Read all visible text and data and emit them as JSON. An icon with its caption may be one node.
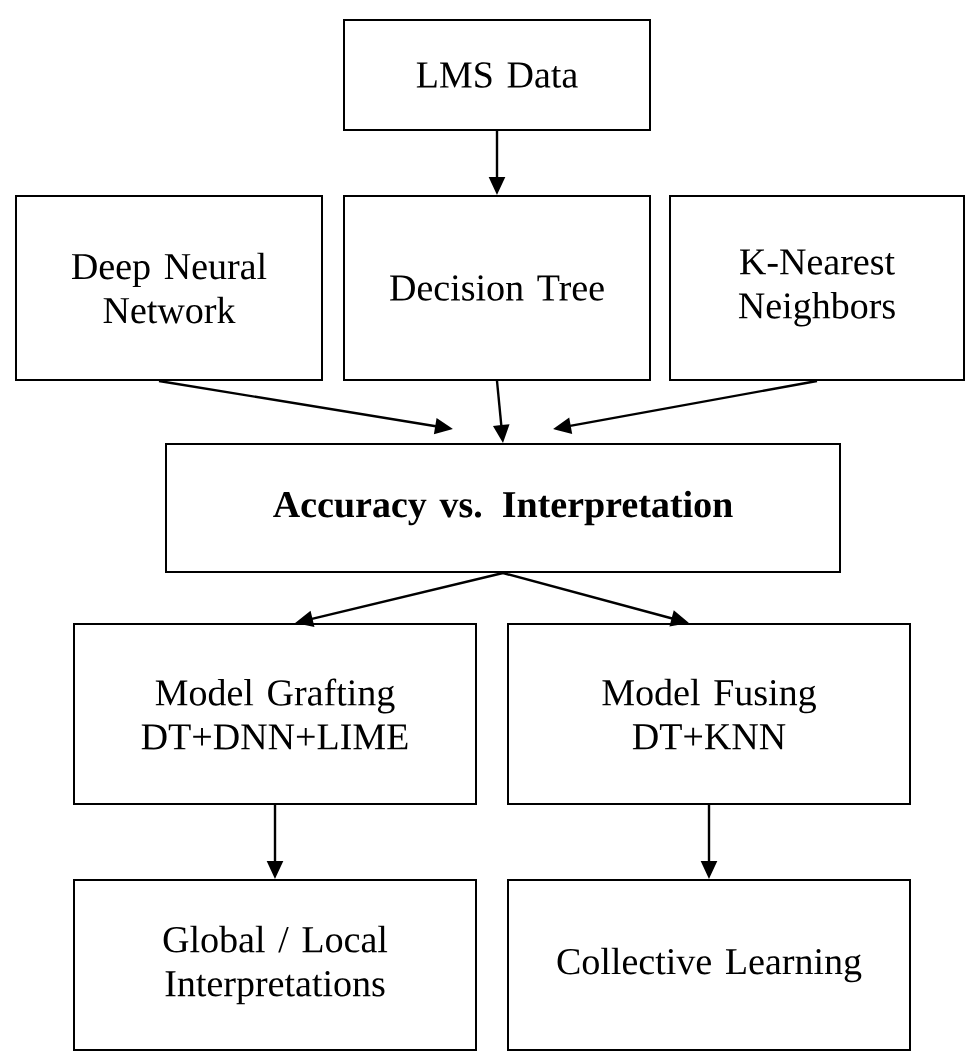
{
  "diagram": {
    "nodes": [
      {
        "text": [
          "LMS Data"
        ]
      },
      {
        "text": [
          "Deep Neural Network"
        ]
      },
      {
        "text": [
          "Decision Tree"
        ]
      },
      {
        "text": [
          "K-Nearest Neighbors"
        ]
      },
      {
        "text": [
          "Accuracy vs. Interpretation"
        ]
      },
      {
        "text": [
          "Model Grafting DT+DNN+LIME"
        ]
      },
      {
        "text": [
          "Model Fusing DT+KNN"
        ]
      },
      {
        "text": [
          "Global / Local Interpretations"
        ]
      },
      {
        "text": [
          "Collective Learning"
        ]
      }
    ],
    "edges": [
      {
        "from": 0,
        "to": 2,
        "arrow": "to"
      },
      {
        "from": 1,
        "to": 4,
        "arrow": "to"
      },
      {
        "from": 2,
        "to": 4,
        "arrow": "to"
      },
      {
        "from": 3,
        "to": 4,
        "arrow": "to"
      },
      {
        "from": 4,
        "to": 5,
        "arrow": "to"
      },
      {
        "from": 4,
        "to": 6,
        "arrow": "to"
      },
      {
        "from": 5,
        "to": 7,
        "arrow": "to"
      },
      {
        "from": 6,
        "to": 8,
        "arrow": "to"
      }
    ]
  }
}
